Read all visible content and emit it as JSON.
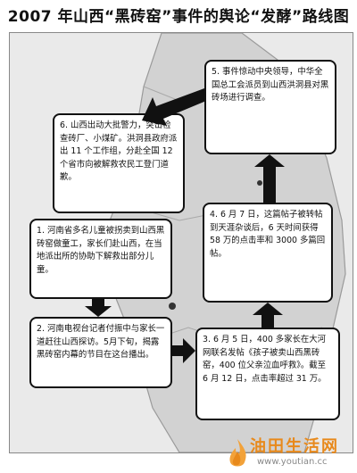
{
  "title": "2007 年山西“黑砖窑”事件的舆论“发酵”路线图",
  "steps": [
    {
      "num": "1.",
      "text": "河南省多名儿童被拐卖到山西黑砖窑做童工，家长们赴山西，在当地派出所的协助下解救出部分儿童。"
    },
    {
      "num": "2.",
      "text": "河南电视台记者付振中与家长一道赶往山西探访。5月下旬，揭露黑砖窑内幕的节目在这台播出。"
    },
    {
      "num": "3.",
      "text": "6 月 5 日，400 多家长在大河网联名发帖《孩子被卖山西黑砖窑，400 位父亲泣血呼救》。截至 6 月 12 日，点击率超过 31 万。"
    },
    {
      "num": "4.",
      "text": "6 月 7 日，这篇帖子被转帖到天涯杂谈后，6 天时间获得 58 万的点击率和 3000 多篇回帖。"
    },
    {
      "num": "5.",
      "text": "事件惊动中央领导，中华全国总工会派员到山西洪洞县对黑砖场进行调查。"
    },
    {
      "num": "6.",
      "text": "山西出动大批警力，突击检查砖厂、小煤矿。洪洞县政府派出 11 个工作组，分赴全国 12 个省市向被解救农民工登门道歉。"
    }
  ],
  "watermark": {
    "name": "油田生活网",
    "url": "www.youtian.cc"
  },
  "colors": {
    "arrow": "#111111",
    "map": "#c8c8c8",
    "watermark": "#e8891b"
  }
}
